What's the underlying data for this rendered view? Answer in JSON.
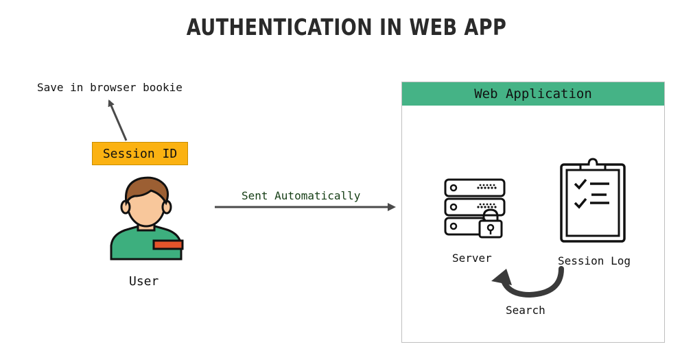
{
  "title": "AUTHENTICATION IN WEB APP",
  "user": {
    "label": "User",
    "cookie_note": "Save in browser bookie",
    "session_badge": "Session ID"
  },
  "connection": {
    "label": "Sent Automatically"
  },
  "web_app": {
    "header": "Web Application",
    "server_label": "Server",
    "session_log_label": "Session Log",
    "search_label": "Search"
  },
  "colors": {
    "header_green": "#45b386",
    "session_badge_orange": "#fbb212",
    "user_shirt_green": "#3daf7e",
    "user_badge_red": "#e4542b",
    "arrow_gray": "#4a4a4a"
  },
  "icons": {
    "user": "user-avatar-icon",
    "server": "locked-server-icon",
    "session_log": "clipboard-checklist-icon",
    "search_arrow": "curved-arrow-icon"
  }
}
